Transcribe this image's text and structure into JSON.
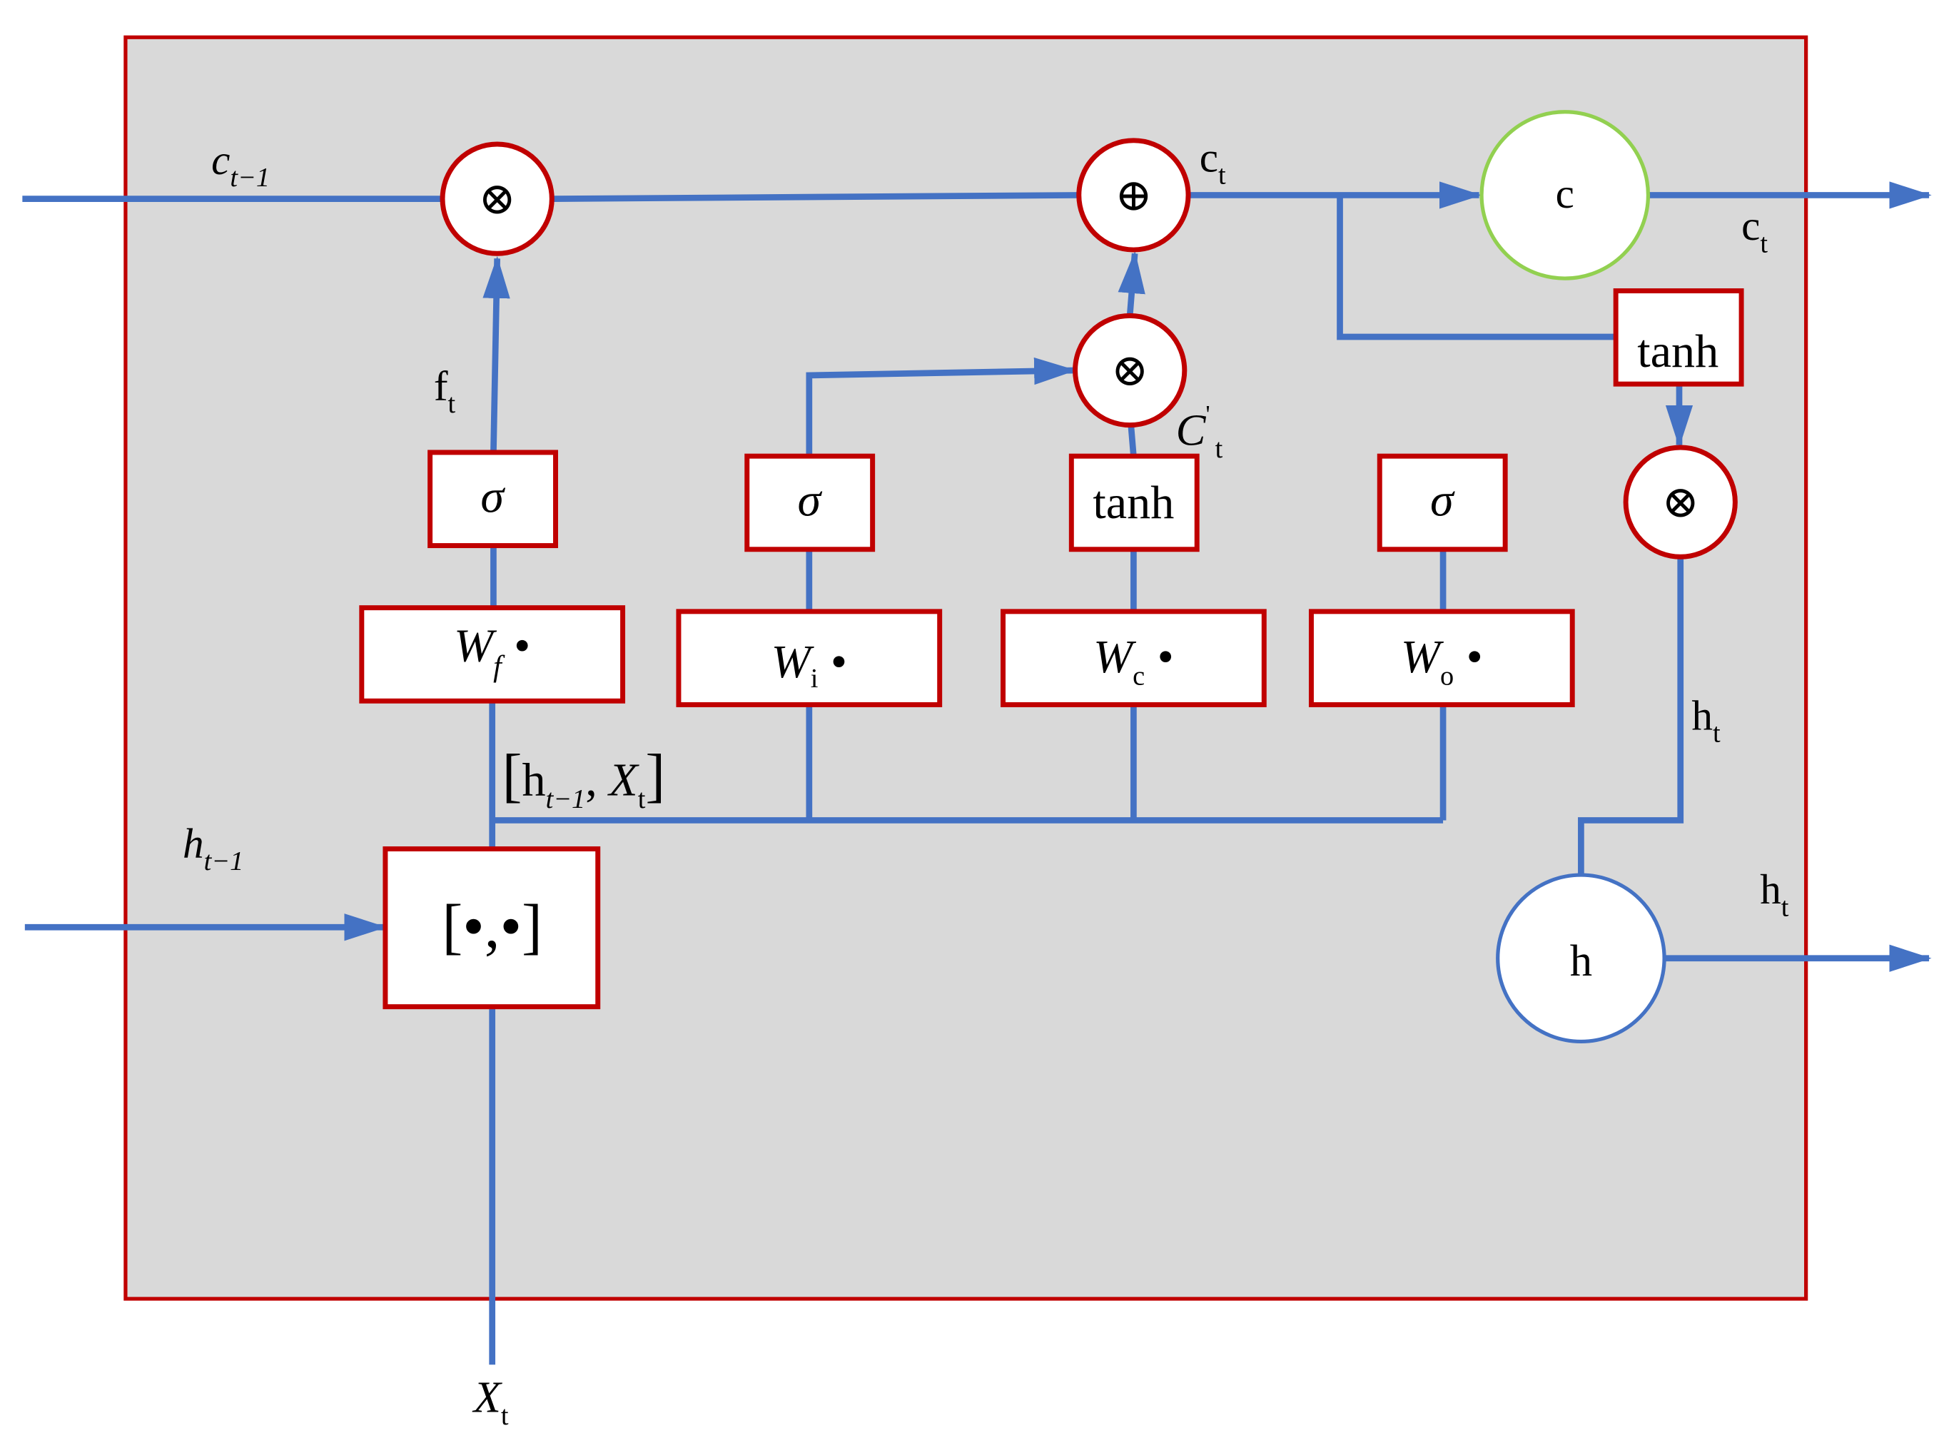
{
  "colors": {
    "background_panel": "#D9D9D9",
    "panel_border": "#C00000",
    "box_border": "#C00000",
    "wire": "#4472C4",
    "c_node_border": "#92D050",
    "h_node_border": "#4472C4"
  },
  "ops": {
    "multiply": "⊗",
    "add": "⊕"
  },
  "activations": {
    "forget": "σ",
    "input": "σ",
    "candidate": "tanh",
    "output": "σ",
    "cell_out": "tanh"
  },
  "weights": {
    "f": {
      "base": "W",
      "sub": "f",
      "dot": "•"
    },
    "i": {
      "base": "W",
      "sub": "i",
      "dot": "•"
    },
    "c": {
      "base": "W",
      "sub": "c",
      "dot": "•"
    },
    "o": {
      "base": "W",
      "sub": "o",
      "dot": "•"
    }
  },
  "concat_box": "[•,•]",
  "labels": {
    "c_prev": {
      "base": "c",
      "sub": "t−1"
    },
    "h_prev": {
      "base": "h",
      "sub": "t−1"
    },
    "x_t": {
      "base": "X",
      "sub": "t"
    },
    "f_t": {
      "base": "f",
      "sub": "t"
    },
    "c_t_top": {
      "base": "c",
      "sub": "t"
    },
    "c_t_out": {
      "base": "c",
      "sub": "t"
    },
    "c_prime": {
      "base": "C",
      "sup": "'",
      "sub": "t"
    },
    "h_t_mid": {
      "base": "h",
      "sub": "t"
    },
    "h_t_out": {
      "base": "h",
      "sub": "t"
    },
    "concat": {
      "open": "[",
      "h": "h",
      "h_sub": "t−1",
      "sep": ", ",
      "x": "X",
      "x_sub": "t",
      "close": "]"
    }
  },
  "nodes": {
    "c": "c",
    "h": "h"
  }
}
